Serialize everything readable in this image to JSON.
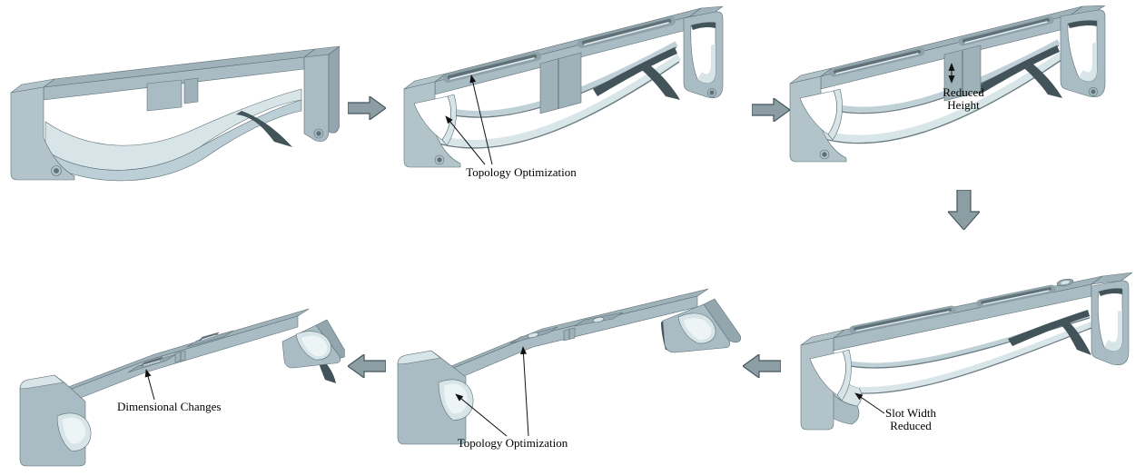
{
  "figure": {
    "type": "design-evolution-flow",
    "rows": 2,
    "stage_count": 6
  },
  "stages": [
    {
      "position": "top-left",
      "annotation": ""
    },
    {
      "position": "top-middle",
      "annotation": "Topology Optimization"
    },
    {
      "position": "top-right",
      "annotation": "Reduced Height"
    },
    {
      "position": "bottom-right",
      "annotation": "Slot Width Reduced"
    },
    {
      "position": "bottom-middle",
      "annotation": "Topology Optimization"
    },
    {
      "position": "bottom-left",
      "annotation": "Dimensional Changes"
    }
  ],
  "flow_arrows": [
    {
      "id": "arrow-1",
      "direction": "right",
      "from": "top-left",
      "to": "top-middle"
    },
    {
      "id": "arrow-2",
      "direction": "right",
      "from": "top-middle",
      "to": "top-right"
    },
    {
      "id": "arrow-3",
      "direction": "down",
      "from": "top-right",
      "to": "bottom-right"
    },
    {
      "id": "arrow-4",
      "direction": "left",
      "from": "bottom-right",
      "to": "bottom-middle"
    },
    {
      "id": "arrow-5",
      "direction": "left",
      "from": "bottom-middle",
      "to": "bottom-left"
    }
  ],
  "colors": {
    "background": "#ffffff",
    "part_top_face": "#9fb2ba",
    "part_front_face": "#a9bcc4",
    "part_side_face": "#93a5ad",
    "part_block_face": "#b2c3ca",
    "part_light_face": "#d7e4e8",
    "part_highlight": "#edf4f6",
    "part_inner_mid": "#bccfd6",
    "part_shadow": "#42535a",
    "slot_dark": "#5f7077",
    "pocket_recess": "#94a7af",
    "part_outline": "#5f6f76",
    "flow_arrow_fill": "#8c9da4",
    "flow_arrow_border": "#47575e",
    "leader_line": "#111111",
    "annotation_text": "#000000"
  }
}
